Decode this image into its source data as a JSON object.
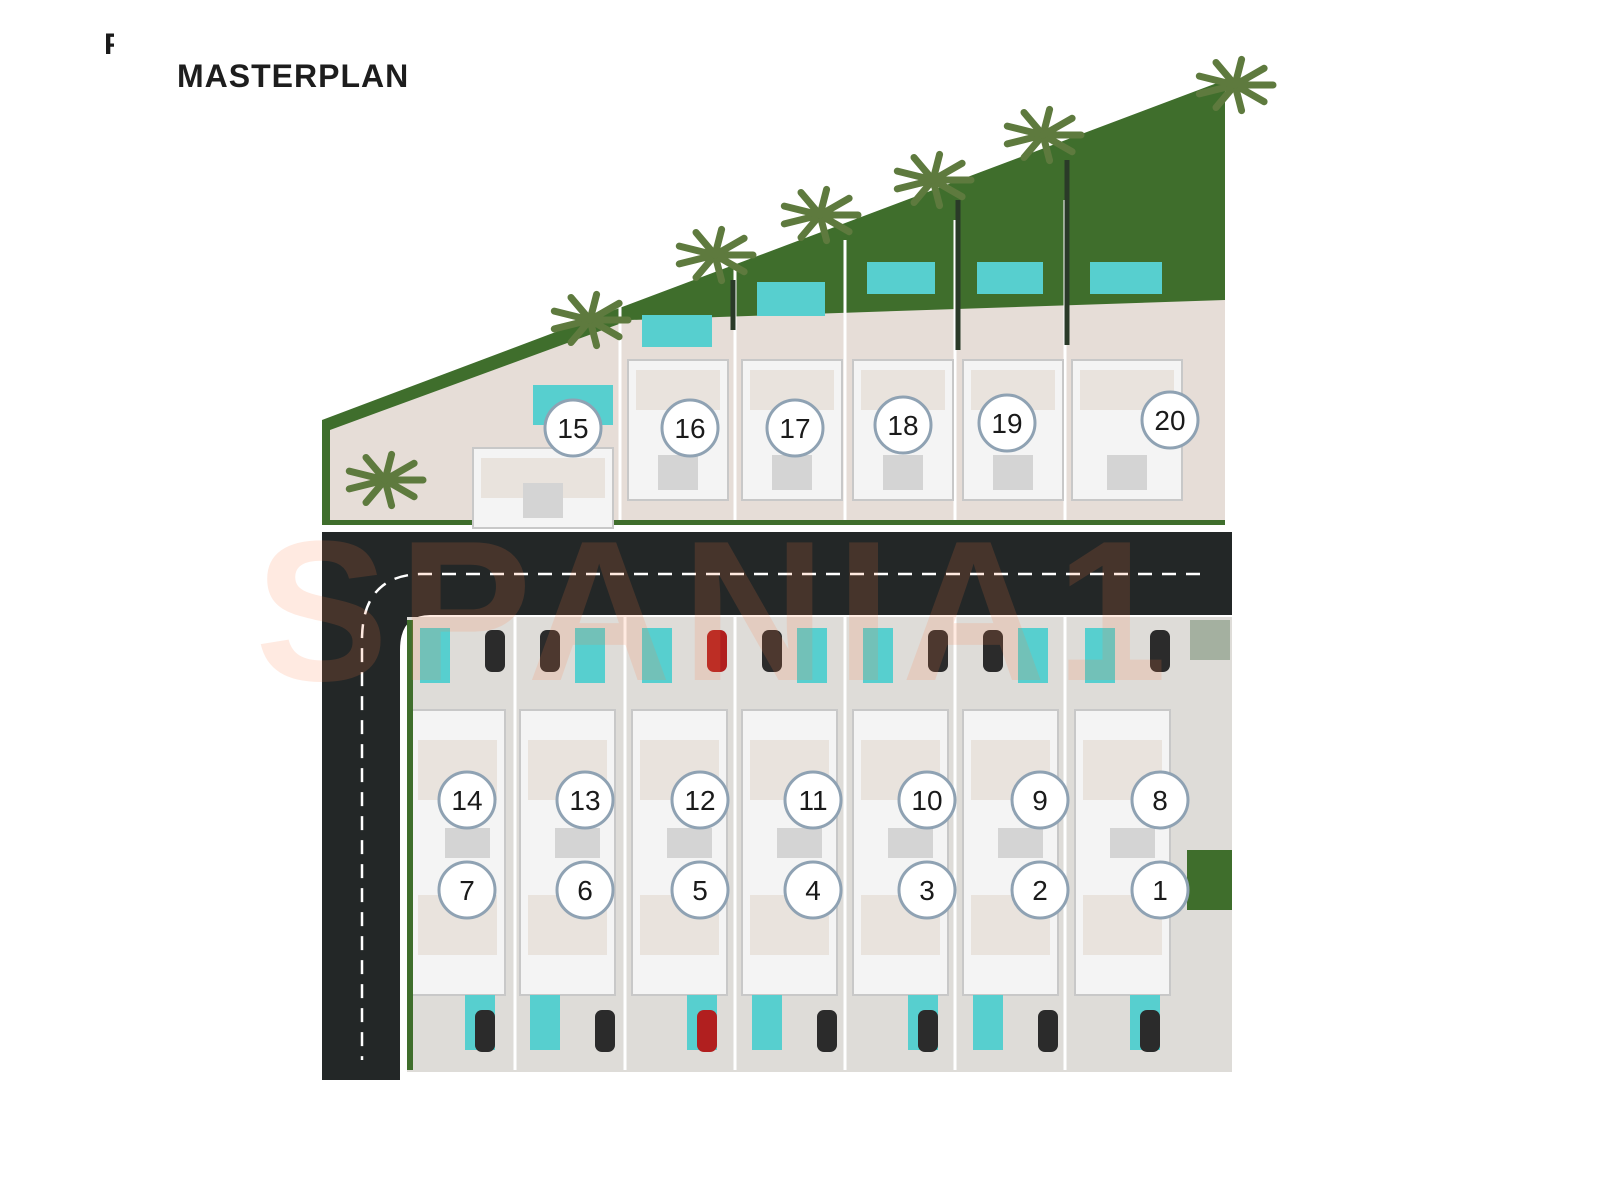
{
  "header": {
    "stray_mark": "P",
    "title": "MASTERPLAN"
  },
  "watermark": "SPANIA1",
  "colors": {
    "grass": "#3f6e2c",
    "paving": "#e6ddd7",
    "road": "#232727",
    "road_line": "#ffffff",
    "pool": "#57cfcf",
    "roof": "#f4f4f4",
    "marker_fill": "#ffffff",
    "marker_ring": "#8fa2b3"
  },
  "plots": {
    "north_row": [
      "15",
      "16",
      "17",
      "18",
      "19",
      "20"
    ],
    "south_row_back": [
      "14",
      "13",
      "12",
      "11",
      "10",
      "9",
      "8"
    ],
    "south_row_front": [
      "7",
      "6",
      "5",
      "4",
      "3",
      "2",
      "1"
    ]
  }
}
